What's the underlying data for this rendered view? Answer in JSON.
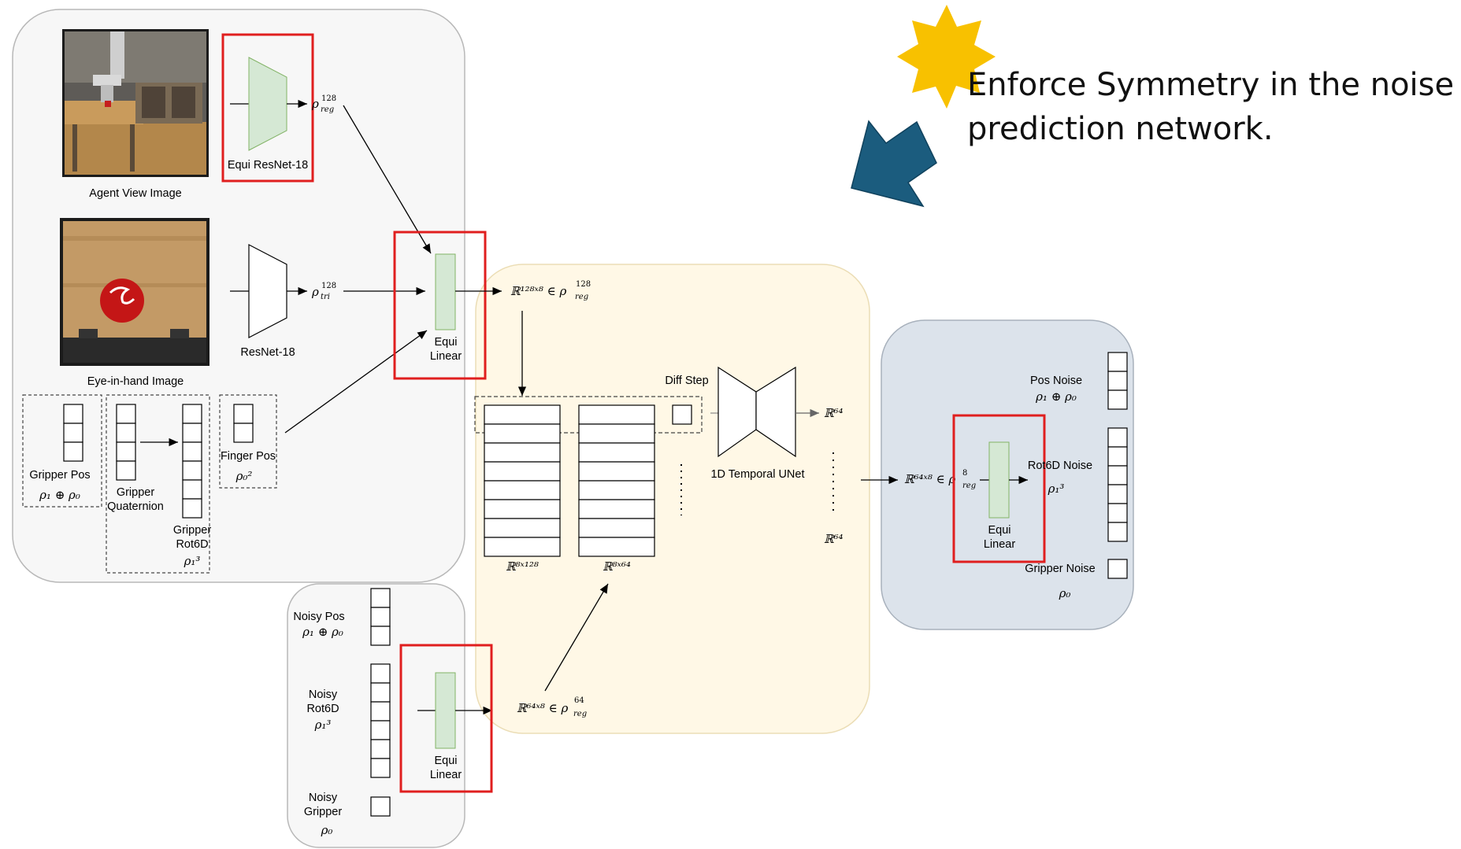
{
  "callout": {
    "line1": "Enforce Symmetry in the noise",
    "line2": "prediction network.",
    "star_color": "#F8C100",
    "arrow_color": "#1B5C7E"
  },
  "colors": {
    "highlight_box": "#E01F1F",
    "equi_block": "#D5E8D4",
    "unet_panel": "#FFF8E6",
    "output_panel": "#DCE3EB",
    "input_panel": "#F7F7F7"
  },
  "inputs": {
    "agent_view_label": "Agent View Image",
    "eye_in_hand_label": "Eye-in-hand Image",
    "equi_resnet_label": "Equi ResNet-18",
    "resnet_label": "ResNet-18",
    "rho_reg_128": "ρ",
    "rho_reg_128_sub": "reg",
    "rho_reg_128_sup": "128",
    "rho_tri_128": "ρ",
    "rho_tri_128_sub": "tri",
    "rho_tri_128_sup": "128",
    "gripper_pos_label": "Gripper Pos",
    "gripper_pos_rep": "ρ₁ ⊕ ρ₀",
    "gripper_quat_label1": "Gripper",
    "gripper_quat_label2": "Quaternion",
    "gripper_rot6d_label1": "Gripper",
    "gripper_rot6d_label2": "Rot6D",
    "gripper_rot6d_rep": "ρ₁³",
    "finger_pos_label": "Finger Pos",
    "finger_pos_rep": "ρ₀²"
  },
  "equi_linear_1": {
    "line1": "Equi",
    "line2": "Linear"
  },
  "unet_panel": {
    "concat_dim": "ℝ¹²⁸ˣ⁸ ∈ ρ",
    "concat_rep_sub": "reg",
    "concat_rep_sup": "128",
    "diff_step_label": "Diff Step",
    "unet_label": "1D Temporal UNet",
    "obs_dim": "ℝ⁸ˣ¹²⁸",
    "act_dim": "ℝ⁸ˣ⁶⁴",
    "out_dim_top": "ℝ⁶⁴",
    "out_dim_bottom": "ℝ⁶⁴",
    "noisy_dim": "ℝ⁶⁴ˣ⁸ ∈ ρ",
    "noisy_rep_sub": "reg",
    "noisy_rep_sup": "64",
    "vdots": "⋮"
  },
  "noisy_inputs": {
    "noisy_pos_label": "Noisy Pos",
    "noisy_pos_rep": "ρ₁ ⊕ ρ₀",
    "noisy_rot6d_label1": "Noisy",
    "noisy_rot6d_label2": "Rot6D",
    "noisy_rot6d_rep": "ρ₁³",
    "noisy_gripper_label1": "Noisy",
    "noisy_gripper_label2": "Gripper",
    "noisy_gripper_rep": "ρ₀"
  },
  "equi_linear_2": {
    "line1": "Equi",
    "line2": "Linear"
  },
  "output_panel": {
    "in_dim": "ℝ⁶⁴ˣ⁸ ∈ ρ",
    "in_rep_sub": "reg",
    "in_rep_sup": "8",
    "equi_line1": "Equi",
    "equi_line2": "Linear",
    "pos_noise_label": "Pos Noise",
    "pos_noise_rep": "ρ₁ ⊕ ρ₀",
    "rot6d_noise_label": "Rot6D Noise",
    "rot6d_noise_rep": "ρ₁³",
    "gripper_noise_label": "Gripper Noise",
    "gripper_noise_rep": "ρ₀"
  }
}
